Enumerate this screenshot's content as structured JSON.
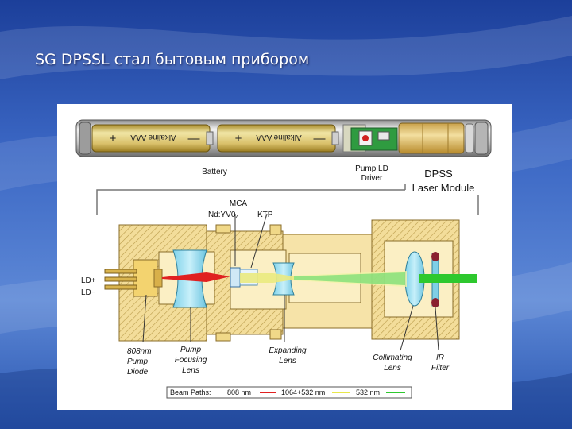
{
  "slide": {
    "title": "SG DPSSL стал бытовым прибором"
  },
  "figure": {
    "battery_text": "Alkaline AAA",
    "battery_plus": "+",
    "battery_minus": "—",
    "battery_label": "Battery",
    "pump_driver_label": [
      "Pump LD",
      "Driver"
    ],
    "dpss_label": [
      "DPSS",
      "Laser Module"
    ],
    "mca_label": "MCA",
    "ndyvo4_main": "Nd:YV0",
    "ndyvo4_sub": "4",
    "ktp_label": "KTP",
    "ld_plus": "LD+",
    "ld_minus": "LD−",
    "pump_diode_label": [
      "808nm",
      "Pump",
      "Diode"
    ],
    "pump_lens_label": [
      "Pump",
      "Focusing",
      "Lens"
    ],
    "expanding_label": [
      "Expanding",
      "Lens"
    ],
    "collimating_label": [
      "Collimating",
      "Lens"
    ],
    "ir_filter_label": [
      "IR",
      "Filter"
    ],
    "legend": {
      "title": "Beam Paths:",
      "items": [
        {
          "label": "808 nm",
          "color": "#e02020"
        },
        {
          "label": "1064+532 nm",
          "color": "#e8e84a"
        },
        {
          "label": "532 nm",
          "color": "#2ec82e"
        }
      ]
    }
  }
}
